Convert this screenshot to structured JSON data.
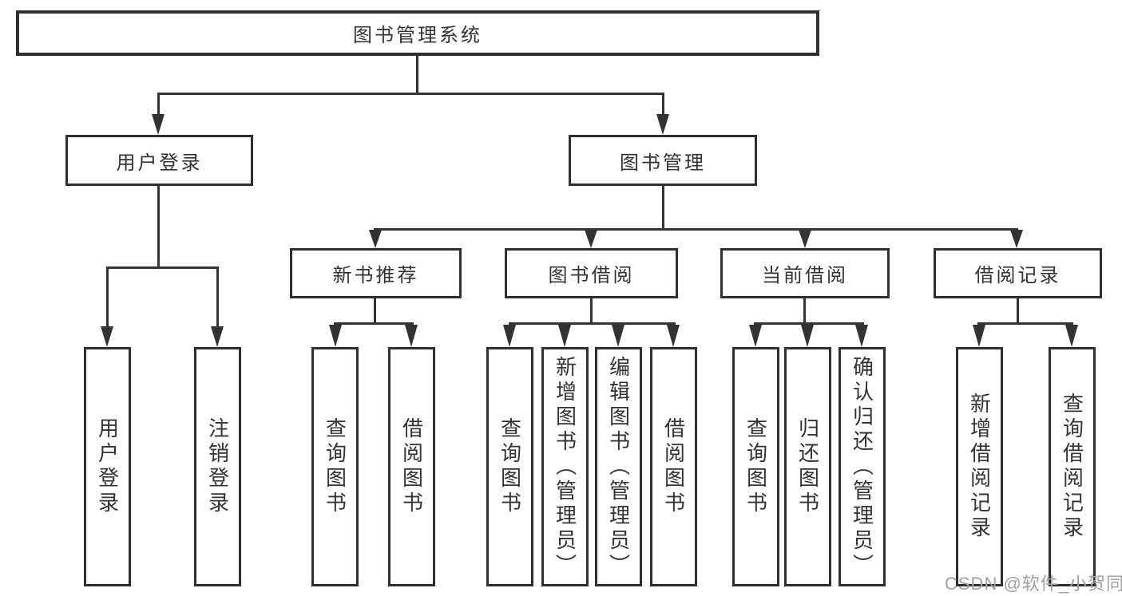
{
  "diagram": {
    "type": "hierarchy-tree",
    "root": "图书管理系统",
    "level2": {
      "user_login": "用户登录",
      "book_management": "图书管理"
    },
    "level3": [
      "新书推荐",
      "图书借阅",
      "当前借阅",
      "借阅记录"
    ],
    "leaves": [
      "用户登录",
      "注销登录",
      "查询图书",
      "借阅图书",
      "查询图书",
      "新增图书（管理员）",
      "编辑图书（管理员）",
      "借阅图书",
      "查询图书",
      "归还图书",
      "确认归还（管理员）",
      "新增借阅记录",
      "查询借阅记录"
    ],
    "structure": {
      "图书管理系统": [
        "用户登录",
        "图书管理"
      ],
      "用户登录": [
        "用户登录",
        "注销登录"
      ],
      "图书管理": [
        "新书推荐",
        "图书借阅",
        "当前借阅",
        "借阅记录"
      ],
      "新书推荐": [
        "查询图书",
        "借阅图书"
      ],
      "图书借阅": [
        "查询图书",
        "新增图书（管理员）",
        "编辑图书（管理员）",
        "借阅图书"
      ],
      "当前借阅": [
        "查询图书",
        "归还图书",
        "确认归还（管理员）"
      ],
      "借阅记录": [
        "新增借阅记录",
        "查询借阅记录"
      ]
    },
    "watermark": "CSDN @软件_小贺同学",
    "colors": {
      "line": "#333333",
      "text": "#333333",
      "watermark": "#a0a0a0",
      "background": "#ffffff"
    }
  }
}
